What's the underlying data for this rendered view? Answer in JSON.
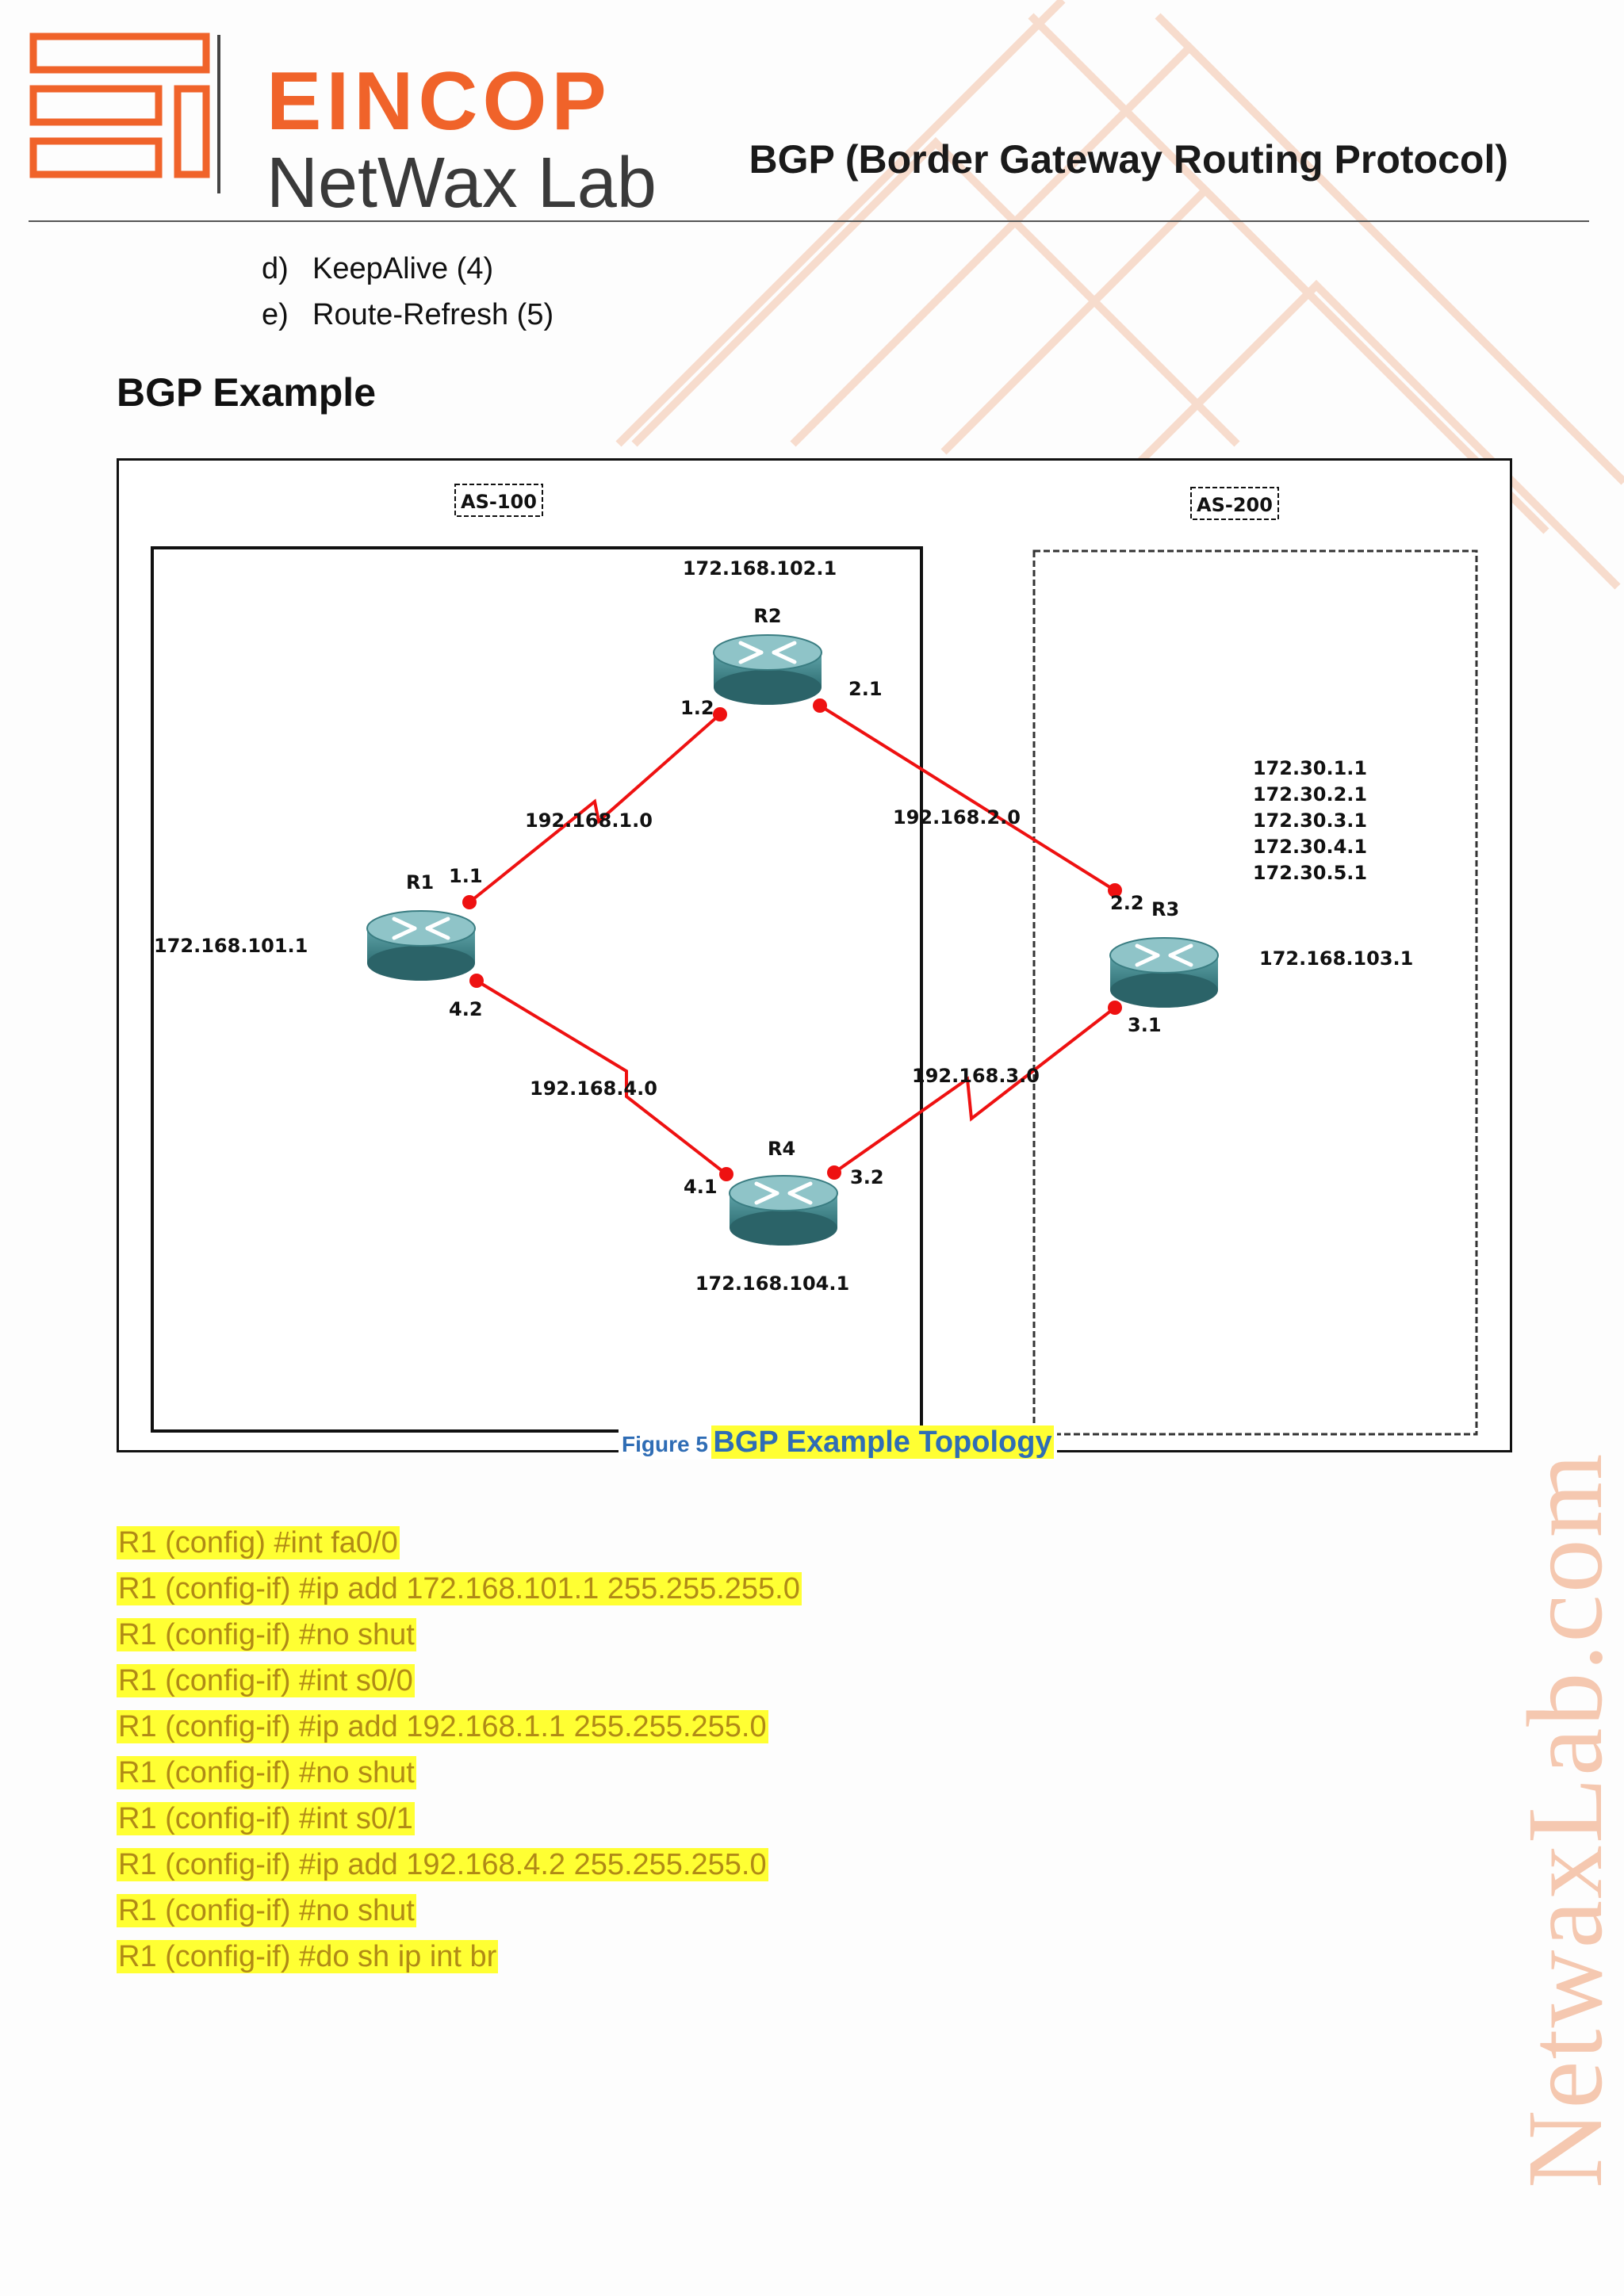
{
  "header": {
    "brand_top": "EINCOP",
    "brand_sub": "NetWax Lab",
    "doc_title": "BGP (Border Gateway Routing Protocol)"
  },
  "list_items": [
    {
      "marker": "d)",
      "text": "KeepAlive (4)"
    },
    {
      "marker": "e)",
      "text": "Route-Refresh (5)"
    }
  ],
  "section_heading": "BGP Example",
  "figure": {
    "as_labels": {
      "as100": "AS-100",
      "as200": "AS-200"
    },
    "routers": {
      "r1": "R1",
      "r2": "R2",
      "r3": "R3",
      "r4": "R4"
    },
    "loopbacks": {
      "r1": "172.168.101.1",
      "r2": "172.168.102.1",
      "r3": "172.168.103.1",
      "r4": "172.168.104.1"
    },
    "r3_networks": [
      "172.30.1.1",
      "172.30.2.1",
      "172.30.3.1",
      "172.30.4.1",
      "172.30.5.1"
    ],
    "links": {
      "r1_r2": "192.168.1.0",
      "r2_r3": "192.168.2.0",
      "r1_r4": "192.168.4.0",
      "r4_r3": "192.168.3.0"
    },
    "interfaces": {
      "r1_to_r2": "1.1",
      "r2_to_r1": "1.2",
      "r2_to_r3": "2.1",
      "r3_to_r2": "2.2",
      "r1_to_r4": "4.2",
      "r4_to_r1": "4.1",
      "r4_to_r3": "3.2",
      "r3_to_r4": "3.1"
    },
    "caption_prefix": "Figure 5",
    "caption_title": "BGP Example Topology"
  },
  "code_lines": [
    "R1 (config) #int fa0/0",
    "R1 (config-if) #ip add 172.168.101.1 255.255.255.0",
    "R1 (config-if) #no shut",
    "R1 (config-if) #int s0/0",
    "R1 (config-if) #ip add 192.168.1.1 255.255.255.0",
    "R1 (config-if) #no shut",
    "R1 (config-if) #int s0/1",
    "R1 (config-if) #ip add 192.168.4.2 255.255.255.0",
    "R1 (config-if) #no shut",
    "R1 (config-if) #do sh ip int br"
  ],
  "side_watermark": "NetwaxLab.com",
  "colors": {
    "brand_orange": "#f0632a",
    "link_red": "#e11",
    "highlight": "#ffff33",
    "code_text": "#b08a16",
    "caption_blue": "#2f6db5"
  }
}
